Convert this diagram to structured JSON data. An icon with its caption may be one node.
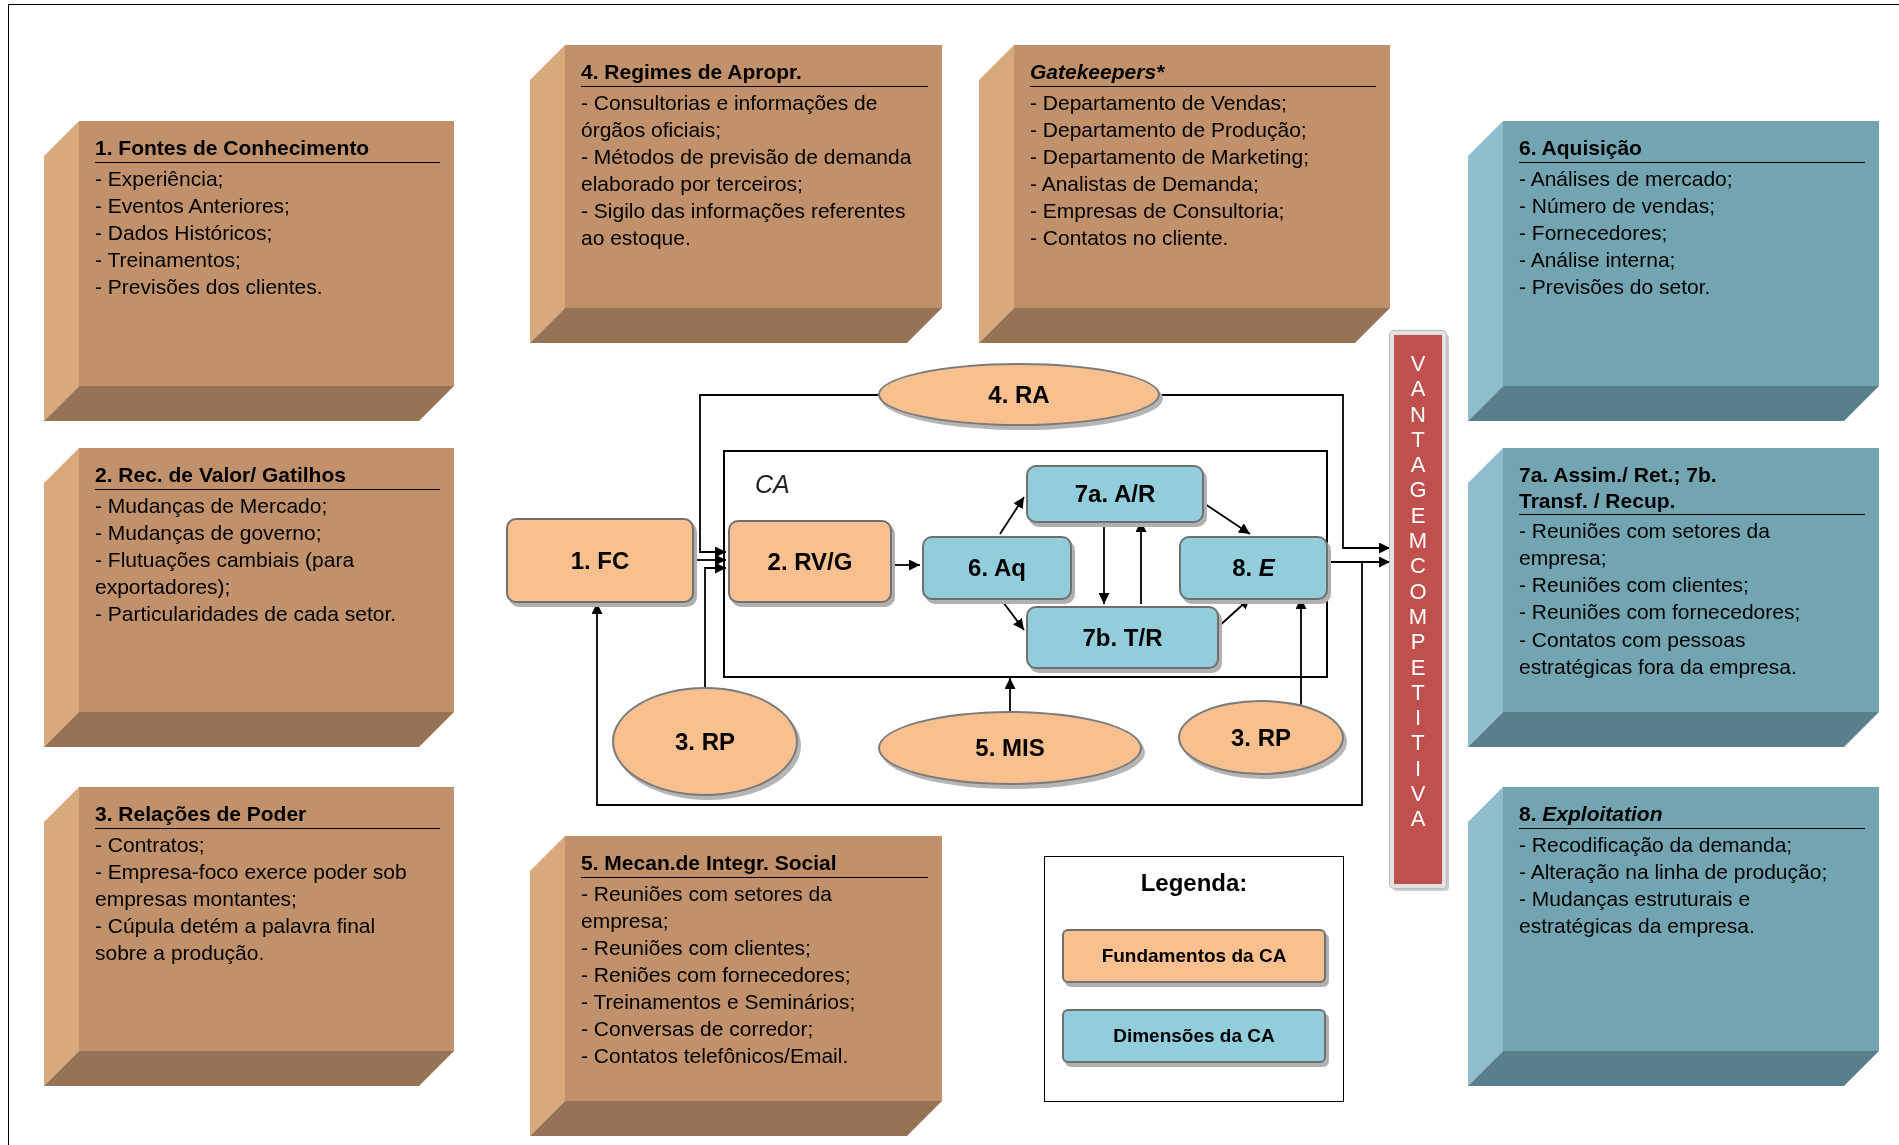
{
  "diagram": {
    "nodes": [
      {
        "text": [
          "1. Fontes de Conhecimento",
          "- Experiência;",
          "- Eventos Anteriores;",
          "- Dados Históricos;",
          "- Treinamentos;",
          "- Previsões dos clientes."
        ]
      },
      {
        "text": [
          "4. Regimes de Apropr.",
          "- Consultorias e informações de órgãos oficiais;",
          "- Métodos de previsão de demanda elaborado por terceiros;",
          "- Sigilo das informações referentes ao estoque."
        ]
      },
      {
        "text": [
          "Gatekeepers*",
          "- Departamento de Vendas;",
          "- Departamento de Produção;",
          "- Departamento de Marketing;",
          "- Analistas de Demanda;",
          "- Empresas de Consultoria;",
          "- Contatos no cliente."
        ]
      },
      {
        "text": [
          "6. Aquisição",
          "- Análises de mercado;",
          "- Número de vendas;",
          "- Fornecedores;",
          "- Análise interna;",
          "- Previsões do setor."
        ]
      },
      {
        "text": [
          "2. Rec. de Valor/ Gatilhos",
          "- Mudanças de Mercado;",
          "- Mudanças de governo;",
          "- Flutuações cambiais (para exportadores);",
          "- Particularidades de cada setor."
        ]
      },
      {
        "text": [
          "7a. Assim./ Ret.; 7b. Transf. / Recup.",
          "- Reuniões com setores da empresa;",
          "- Reuniões com clientes;",
          "- Reuniões com fornecedores;",
          "- Contatos com pessoas estratégicas fora da empresa."
        ]
      },
      {
        "text": [
          "3. Relações de Poder",
          "- Contratos;",
          "- Empresa-foco exerce poder sob empresas montantes;",
          "- Cúpula detém a palavra final sobre a produção."
        ]
      },
      {
        "text": [
          "5. Mecan.de Integr. Social",
          "- Reuniões com setores da empresa;",
          "- Reuniões com clientes;",
          "- Reniões com fornecedores;",
          "- Treinamentos e Seminários;",
          "- Conversas de corredor;",
          "- Contatos telefônicos/Email."
        ]
      },
      {
        "text": [
          "8. *Exploitation*",
          "- Recodificação da demanda;",
          "- Alteração na linha de produção;",
          "- Mudanças estruturais e estratégicas da empresa."
        ]
      },
      {
        "text": [
          "4. RA"
        ]
      },
      {
        "text": [
          "CA"
        ]
      },
      {
        "text": [
          "1. FC"
        ]
      },
      {
        "text": [
          "2. RV/G"
        ],
        "in": 10
      },
      {
        "text": [
          "6. Aq"
        ],
        "in": 10
      },
      {
        "text": [
          "7a. A/R"
        ],
        "in": 10
      },
      {
        "text": [
          "7b. T/R"
        ],
        "in": 10
      },
      {
        "text": [
          "8. *E*"
        ],
        "in": 10
      },
      {
        "text": [
          "3. RP"
        ]
      },
      {
        "text": [
          "5. MIS"
        ]
      },
      {
        "text": [
          "3. RP"
        ]
      },
      {
        "text": [
          "VANTAGEM COMPETITIVA"
        ]
      }
    ],
    "edges": [
      {
        "from": 11,
        "to": 12,
        "arrow": "to"
      },
      {
        "from": 9,
        "to": 12,
        "arrow": "to"
      },
      {
        "from": 9,
        "to": 20,
        "arrow": "to"
      },
      {
        "from": 17,
        "to": 12,
        "arrow": "to"
      },
      {
        "from": 12,
        "to": 13,
        "arrow": "to"
      },
      {
        "from": 13,
        "to": 14,
        "arrow": "to"
      },
      {
        "from": 13,
        "to": 15,
        "arrow": "to"
      },
      {
        "from": 14,
        "to": 16,
        "arrow": "to"
      },
      {
        "from": 15,
        "to": 16,
        "arrow": "to"
      },
      {
        "from": 14,
        "to": 15,
        "arrow": "to"
      },
      {
        "from": 15,
        "to": 14,
        "arrow": "to"
      },
      {
        "from": 18,
        "to": 10,
        "arrow": "to"
      },
      {
        "from": 19,
        "to": 16,
        "arrow": "to"
      },
      {
        "from": 16,
        "to": 20,
        "arrow": "to"
      },
      {
        "from": 16,
        "to": 11,
        "arrow": "to"
      }
    ],
    "labels": [
      "Legenda:"
    ],
    "legend": [
      {
        "text": "Fundamentos da CA",
        "color": "#f8c08f"
      },
      {
        "text": "Dimensões da CA",
        "color": "#92cddc"
      }
    ]
  }
}
